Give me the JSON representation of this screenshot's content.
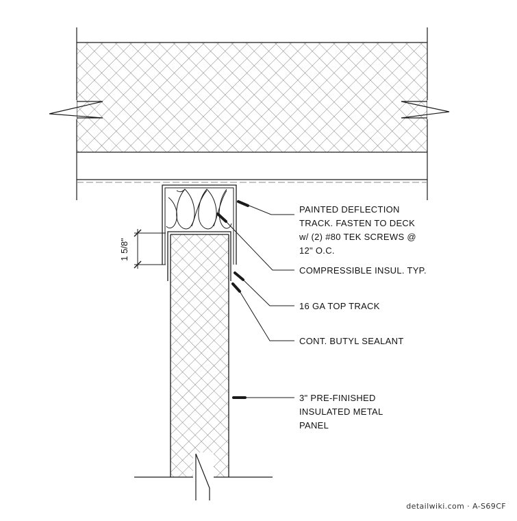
{
  "dimension": {
    "label": "1 5/8\""
  },
  "callouts": [
    {
      "id": "deflection-track",
      "lines": [
        "PAINTED DEFLECTION",
        "TRACK. FASTEN TO DECK",
        "w/ (2) #80 TEK SCREWS @",
        "12\" O.C."
      ]
    },
    {
      "id": "compressible-insul",
      "lines": [
        "COMPRESSIBLE INSUL. TYP."
      ]
    },
    {
      "id": "top-track",
      "lines": [
        "16 GA TOP TRACK"
      ]
    },
    {
      "id": "butyl-sealant",
      "lines": [
        "CONT. BUTYL SEALANT"
      ]
    },
    {
      "id": "metal-panel",
      "lines": [
        "3\" PRE-FINISHED",
        "INSULATED METAL",
        "PANEL"
      ]
    }
  ],
  "footer": {
    "credit": "detailwiki.com · A-S69CF"
  },
  "colors": {
    "line": "#1a1a1a",
    "hatch": "#6a6a6a",
    "background": "#ffffff"
  }
}
